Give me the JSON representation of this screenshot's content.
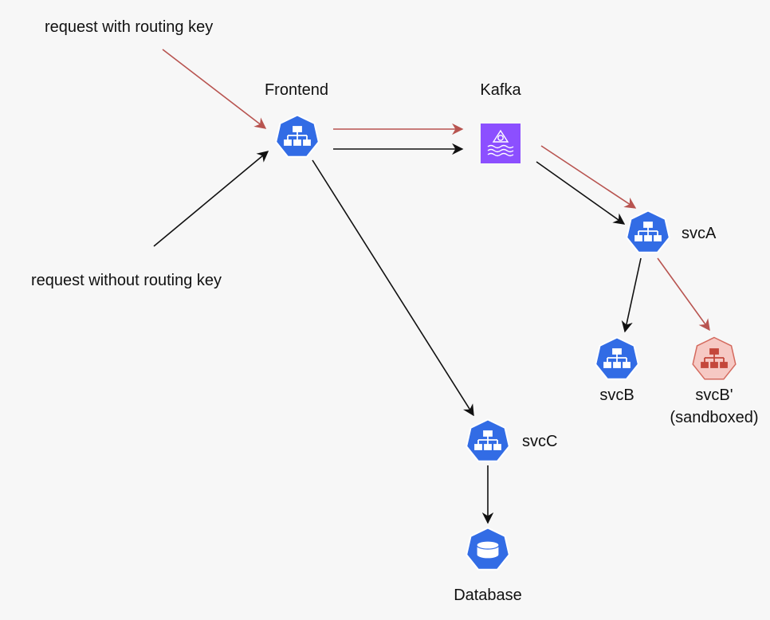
{
  "colors": {
    "background": "#f7f7f7",
    "service_blue": "#326ce5",
    "sandbox_fill": "#f6c9c4",
    "sandbox_stroke": "#d46a5e",
    "kafka_purple": "#8c4fff",
    "routed_arrow": "#b85450",
    "plain_arrow": "#111111"
  },
  "labels": {
    "request_with_key": "request with routing key",
    "request_without_key": "request without routing key",
    "frontend": "Frontend",
    "kafka": "Kafka",
    "svc_a": "svcA",
    "svc_b": "svcB",
    "svc_b_prime": "svcB'",
    "svc_b_prime_note": "(sandboxed)",
    "svc_c": "svcC",
    "database": "Database"
  },
  "nodes": [
    {
      "id": "frontend",
      "icon": "k8s-service-icon",
      "style": "blue"
    },
    {
      "id": "kafka",
      "icon": "kafka-msk-icon",
      "style": "purple"
    },
    {
      "id": "svc-a",
      "icon": "k8s-service-icon",
      "style": "blue"
    },
    {
      "id": "svc-b",
      "icon": "k8s-service-icon",
      "style": "blue"
    },
    {
      "id": "svc-b-prime",
      "icon": "k8s-service-icon",
      "style": "sandboxed"
    },
    {
      "id": "svc-c",
      "icon": "k8s-service-icon",
      "style": "blue"
    },
    {
      "id": "database",
      "icon": "database-icon",
      "style": "blue"
    }
  ],
  "edges": [
    {
      "from": "request with routing key",
      "to": "frontend",
      "color": "routed"
    },
    {
      "from": "request without routing key",
      "to": "frontend",
      "color": "plain"
    },
    {
      "from": "frontend",
      "to": "kafka",
      "color": "routed"
    },
    {
      "from": "frontend",
      "to": "kafka",
      "color": "plain"
    },
    {
      "from": "kafka",
      "to": "svc-a",
      "color": "routed"
    },
    {
      "from": "kafka",
      "to": "svc-a",
      "color": "plain"
    },
    {
      "from": "frontend",
      "to": "svc-c",
      "color": "plain"
    },
    {
      "from": "svc-a",
      "to": "svc-b",
      "color": "plain"
    },
    {
      "from": "svc-a",
      "to": "svc-b-prime",
      "color": "routed"
    },
    {
      "from": "svc-c",
      "to": "database",
      "color": "plain"
    }
  ]
}
